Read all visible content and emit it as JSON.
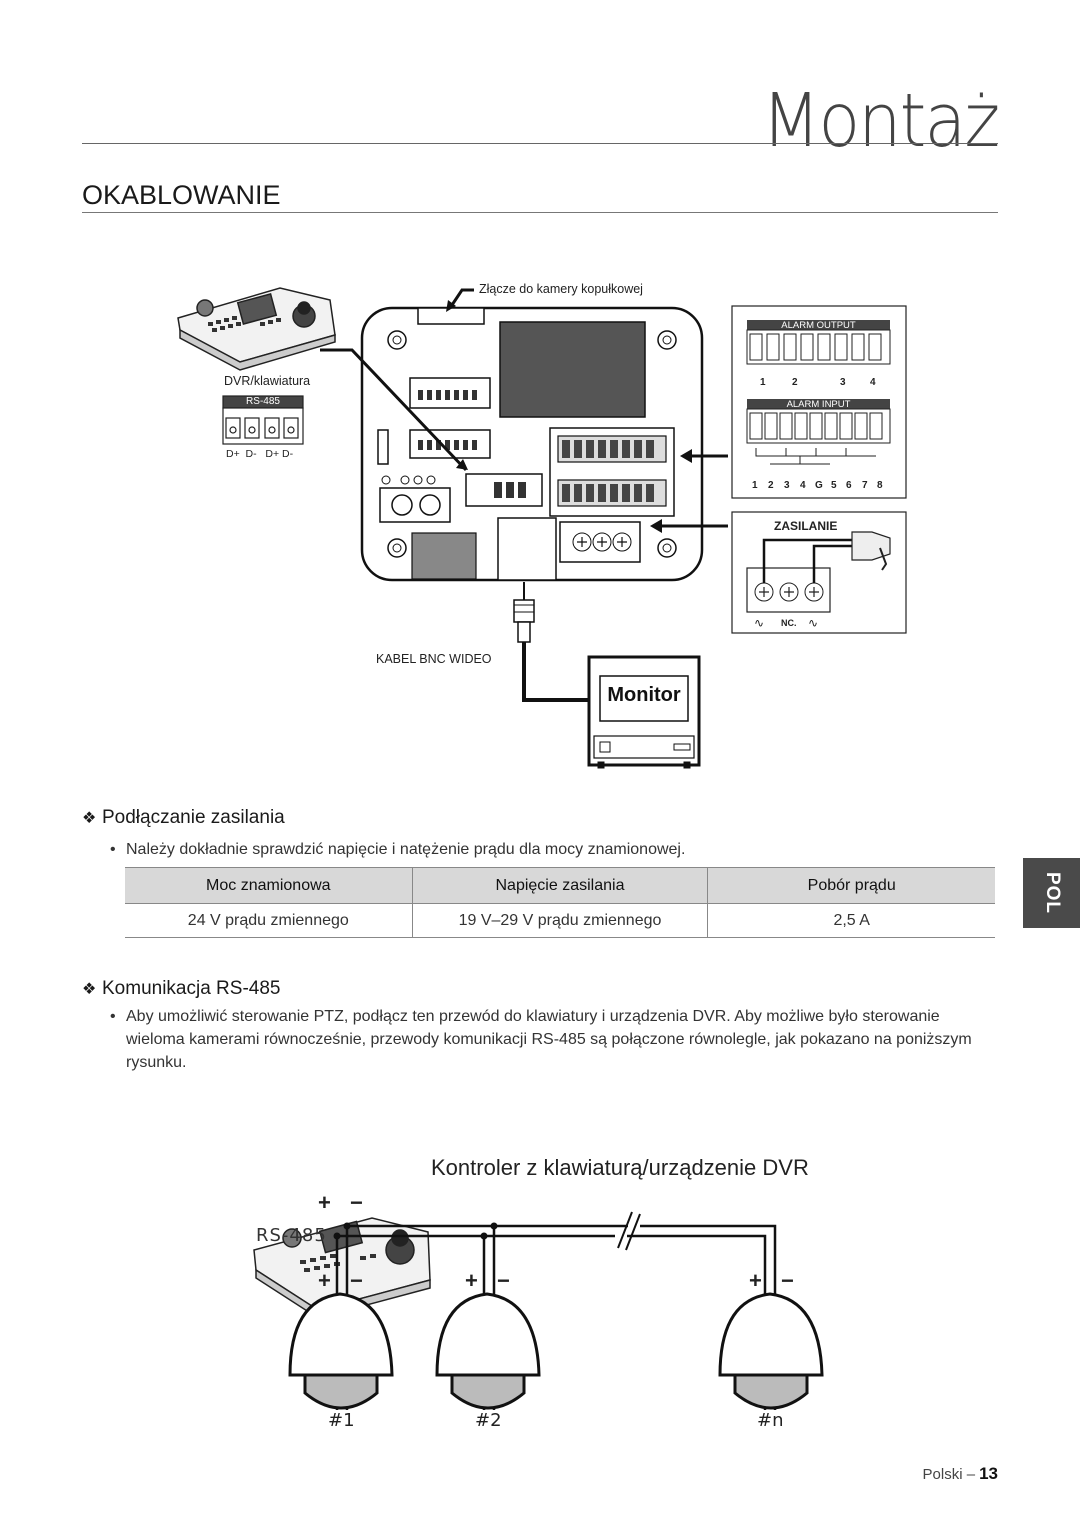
{
  "header": {
    "chapter_title": "Montaż",
    "section_title": "OKABLOWANIE"
  },
  "side_tab": {
    "label": "POL"
  },
  "diagram": {
    "dome_connector_label": "Złącze do kamery kopułkowej",
    "dvr_keyboard_label": "DVR/klawiatura",
    "rs485_block_label": "RS-485",
    "rs485_pins": "D+  D-   D+ D-",
    "alarm_output_label": "ALARM OUTPUT",
    "alarm_output_numbers": [
      "1",
      "2",
      "3",
      "4"
    ],
    "alarm_input_label": "ALARM INPUT",
    "alarm_input_numbers": [
      "1",
      "2",
      "3",
      "4",
      "G",
      "5",
      "6",
      "7",
      "8"
    ],
    "power_label": "ZASILANIE",
    "power_terminals": "NC.",
    "bnc_label": "KABEL BNC WIDEO",
    "monitor_label": "Monitor"
  },
  "power": {
    "heading": "Podłączanie zasilania",
    "bullet": "Należy dokładnie sprawdzić napięcie i natężenie prądu dla mocy znamionowej.",
    "table": {
      "headers": [
        "Moc znamionowa",
        "Napięcie zasilania",
        "Pobór prądu"
      ],
      "rows": [
        [
          "24 V prądu zmiennego",
          "19 V–29 V prądu zmiennego",
          "2,5 A"
        ]
      ]
    }
  },
  "rs485": {
    "heading": "Komunikacja RS-485",
    "bullet": "Aby umożliwić sterowanie PTZ, podłącz ten przewód do klawiatury i urządzenia DVR. Aby możliwe było sterowanie wieloma kamerami równocześnie, przewody komunikacji RS-485 są połączone równolegle, jak pokazano na poniższym rysunku.",
    "controller_label": "Kontroler z klawiaturą/urządzenie DVR",
    "bus_label": "RS-485",
    "plus": "+",
    "minus": "−",
    "cameras": [
      "#1",
      "#2",
      "#n"
    ]
  },
  "footer": {
    "language": "Polski –",
    "page_number": "13"
  }
}
